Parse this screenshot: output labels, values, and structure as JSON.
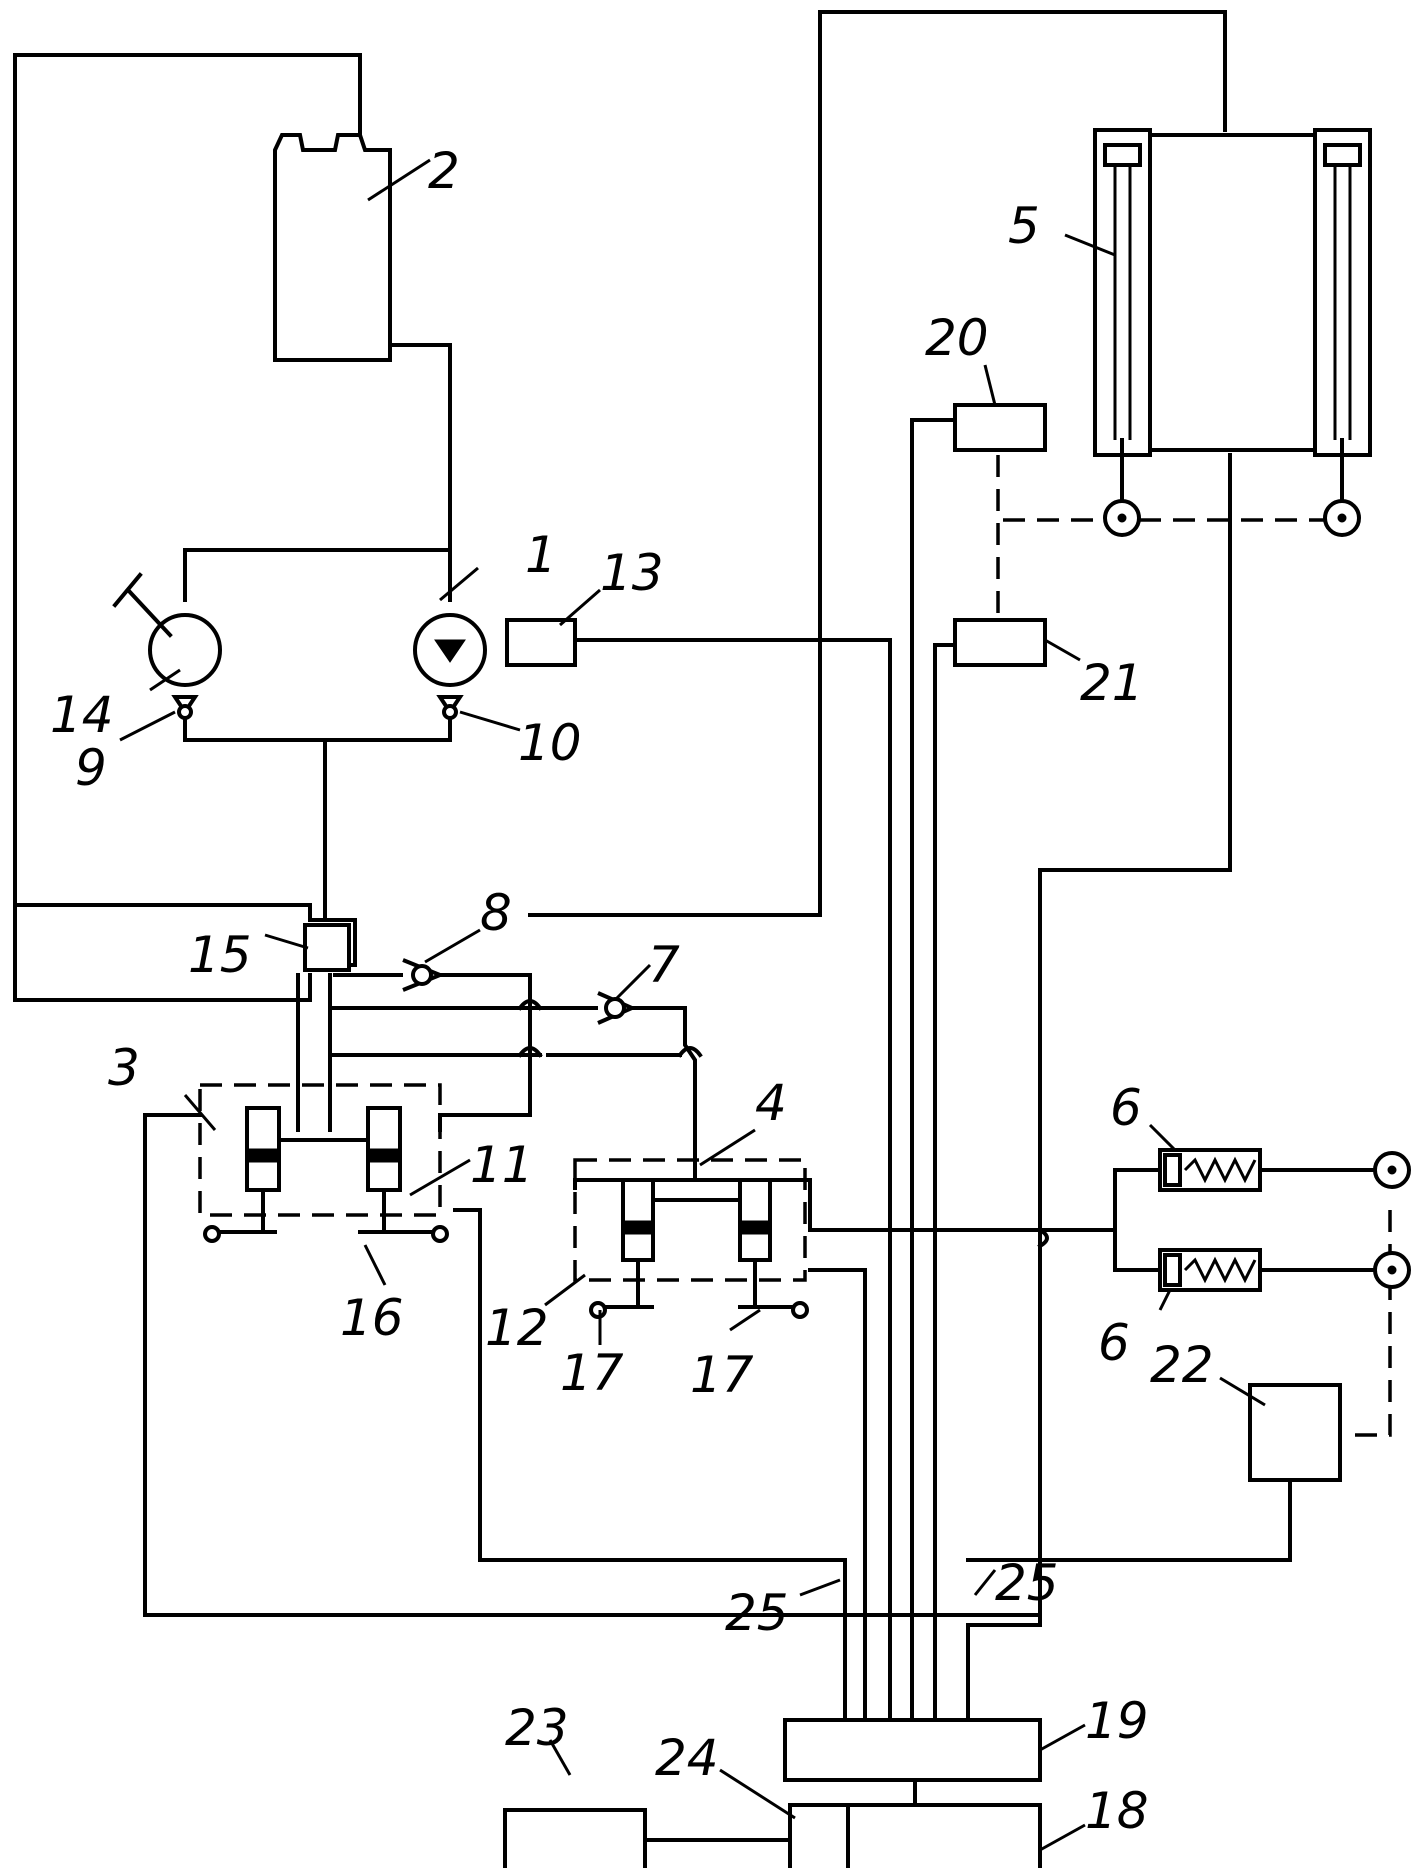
{
  "labels": {
    "c1": "1",
    "c2": "2",
    "c3": "3",
    "c4": "4",
    "c5": "5",
    "c6a": "6",
    "c6b": "6",
    "c7": "7",
    "c8": "8",
    "c9": "9",
    "c10": "10",
    "c11": "11",
    "c12": "12",
    "c13": "13",
    "c14": "14",
    "c15": "15",
    "c16": "16",
    "c17a": "17",
    "c17b": "17",
    "c18": "18",
    "c19": "19",
    "c20": "20",
    "c21": "21",
    "c22": "22",
    "c23": "23",
    "c24": "24",
    "c25a": "25",
    "c25b": "25"
  }
}
